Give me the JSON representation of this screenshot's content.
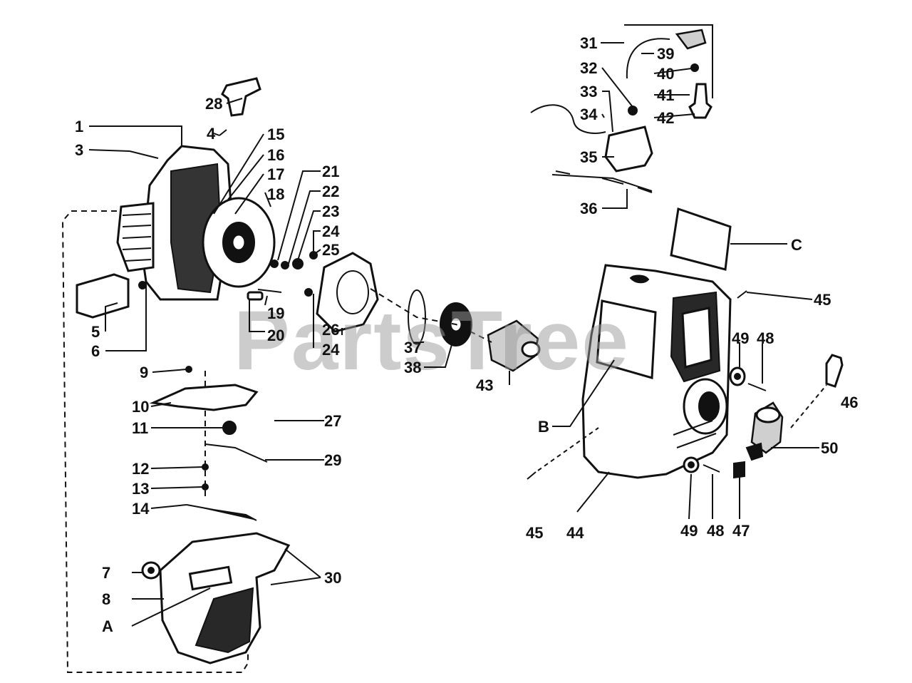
{
  "watermark": "PartsTree",
  "callouts": {
    "c1": "1",
    "c3": "3",
    "c4": "4",
    "c5": "5",
    "c6": "6",
    "c7": "7",
    "c8": "8",
    "c9": "9",
    "c10": "10",
    "c11": "11",
    "c12": "12",
    "c13": "13",
    "c14": "14",
    "c15": "15",
    "c16": "16",
    "c17": "17",
    "c18": "18",
    "c19": "19",
    "c20": "20",
    "c21": "21",
    "c22": "22",
    "c23": "23",
    "c24a": "24",
    "c24b": "24",
    "c25": "25",
    "c26": "26",
    "c27": "27",
    "c28": "28",
    "c29": "29",
    "c30": "30",
    "c31": "31",
    "c32": "32",
    "c33": "33",
    "c34": "34",
    "c35": "35",
    "c36": "36",
    "c37": "37",
    "c38": "38",
    "c39": "39",
    "c40": "40",
    "c41": "41",
    "c42": "42",
    "c43": "43",
    "c44": "44",
    "c45a": "45",
    "c45b": "45",
    "c46": "46",
    "c47": "47",
    "c48a": "48",
    "c48b": "48",
    "c49a": "49",
    "c49b": "49",
    "c50": "50",
    "cA": "A",
    "cB": "B",
    "cC": "C"
  }
}
